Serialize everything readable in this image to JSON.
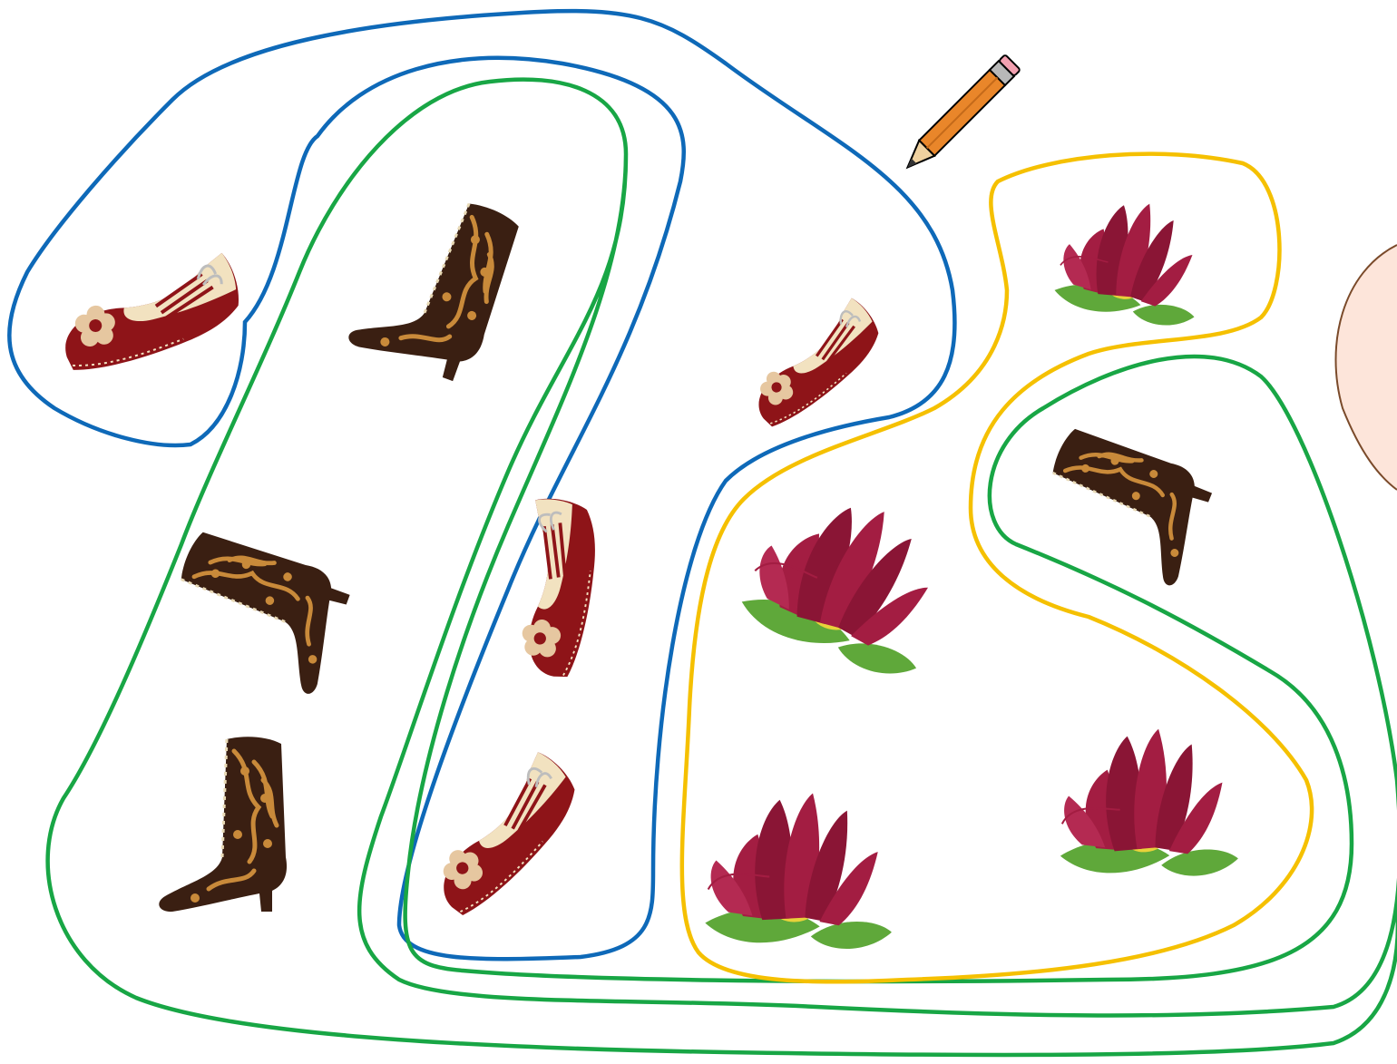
{
  "puzzle": {
    "paths": [
      {
        "name": "blue-loop-left",
        "color": "#0e69b8"
      },
      {
        "name": "blue-loop-long",
        "color": "#0e69b8"
      },
      {
        "name": "green-loop-inner",
        "color": "#18a645"
      },
      {
        "name": "green-loop-outer",
        "color": "#18a645"
      },
      {
        "name": "green-loop-right",
        "color": "#18a645"
      },
      {
        "name": "yellow-loop",
        "color": "#f5c000"
      }
    ],
    "items": [
      {
        "kind": "clog",
        "icon": "clog-shoe-icon"
      },
      {
        "kind": "boot",
        "icon": "lace-boot-icon"
      },
      {
        "kind": "clog",
        "icon": "clog-shoe-icon"
      },
      {
        "kind": "boot",
        "icon": "lace-boot-icon"
      },
      {
        "kind": "clog",
        "icon": "clog-shoe-icon"
      },
      {
        "kind": "boot",
        "icon": "lace-boot-icon"
      },
      {
        "kind": "clog",
        "icon": "clog-shoe-icon"
      },
      {
        "kind": "lotus",
        "icon": "lotus-flower-icon"
      },
      {
        "kind": "lotus",
        "icon": "lotus-flower-icon"
      },
      {
        "kind": "lotus",
        "icon": "lotus-flower-icon"
      },
      {
        "kind": "boot",
        "icon": "lace-boot-icon"
      },
      {
        "kind": "lotus",
        "icon": "lotus-flower-icon"
      }
    ],
    "tool": {
      "icon": "pencil-icon"
    },
    "side_circle": {
      "fill": "#fde5da",
      "stroke": "#7a4a2a"
    }
  },
  "colors": {
    "clog_red": "#8e1418",
    "clog_cream": "#f2e2c0",
    "boot_dark": "#3a1f12",
    "boot_gold": "#c98a3a",
    "lotus_petal": "#a31d42",
    "lotus_leaf": "#5fa83a",
    "lotus_center": "#e8d23a"
  }
}
